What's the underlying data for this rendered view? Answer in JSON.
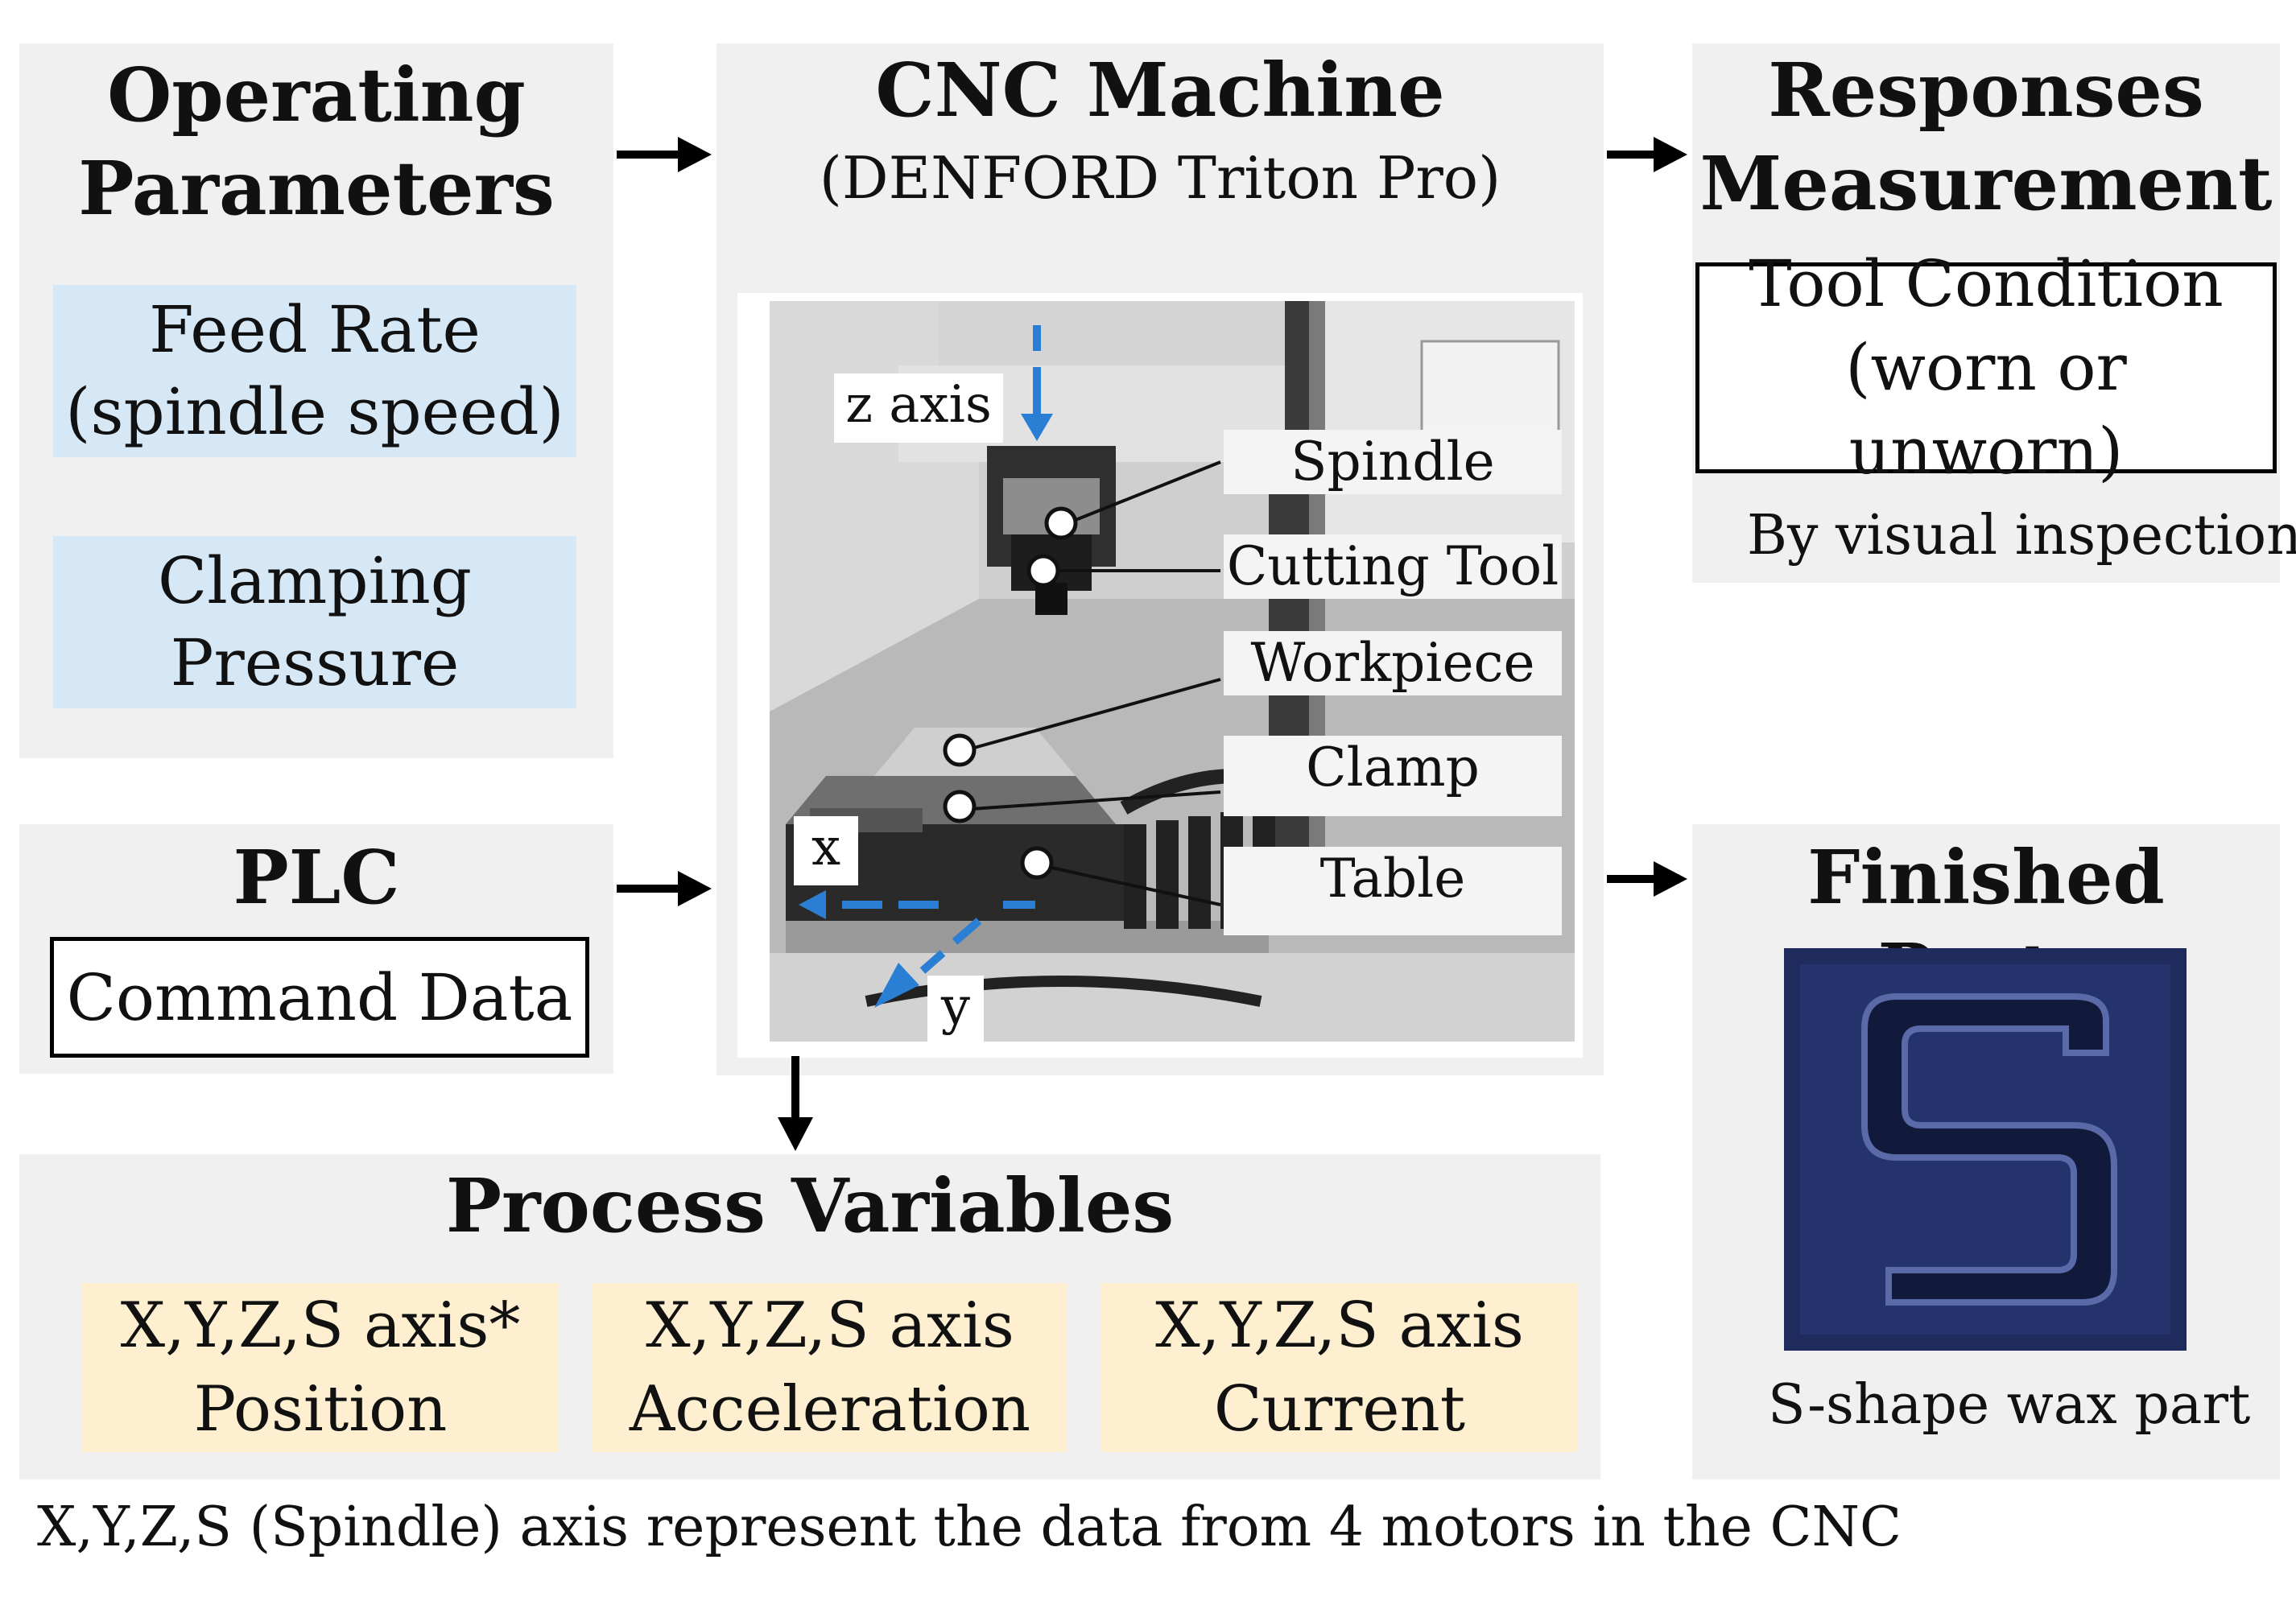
{
  "operating": {
    "title_line1": "Operating",
    "title_line2": "Parameters",
    "box1_line1": "Feed Rate",
    "box1_line2": "(spindle speed)",
    "box2_line1": "Clamping",
    "box2_line2": "Pressure"
  },
  "plc": {
    "title": "PLC Controller",
    "box": "Command Data"
  },
  "cnc": {
    "title": "CNC Machine",
    "subtitle": "(DENFORD Triton Pro)",
    "labels": {
      "z_axis": "z axis",
      "x": "x",
      "y": "y",
      "spindle": "Spindle",
      "cutting_tool": "Cutting Tool",
      "workpiece": "Workpiece",
      "clamp": "Clamp",
      "table": "Table"
    }
  },
  "responses": {
    "title_line1": "Responses",
    "title_line2": "Measurement",
    "box_line1": "Tool Condition",
    "box_line2": "(worn or unworn)",
    "note": "By visual inspection"
  },
  "finished": {
    "title": "Finished Parts",
    "caption": "S-shape wax part"
  },
  "process": {
    "title": "Process Variables",
    "boxes": [
      {
        "line1": "X,Y,Z,S axis*",
        "line2": "Position"
      },
      {
        "line1": "X,Y,Z,S axis",
        "line2": "Acceleration"
      },
      {
        "line1": "X,Y,Z,S axis",
        "line2": "Current"
      }
    ]
  },
  "footnote": "X,Y,Z,S (Spindle) axis represent the data from 4 motors in the CNC",
  "colors": {
    "panel_bg": "#f0f0f0",
    "param_box": "#d6e7f5",
    "variable_box": "#fdefcf",
    "axis_arrow": "#2a7fd4",
    "wax_part": "#1e2b5c"
  }
}
